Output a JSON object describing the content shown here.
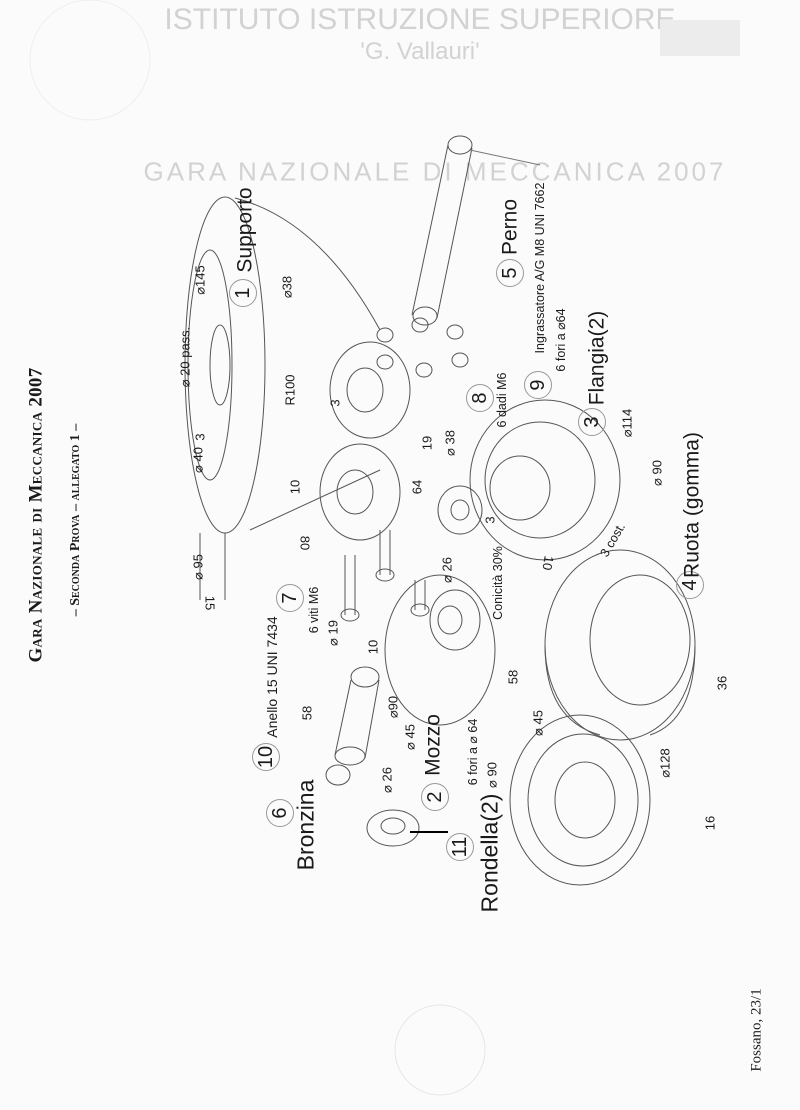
{
  "header": {
    "institute": "ISTITUTO ISTRUZIONE SUPERIORE",
    "school": "'G. Vallauri'",
    "faint_heading": "GARA NAZIONALE DI MECCANICA 2007"
  },
  "document": {
    "title": "Gara Nazionale di Meccanica 2007",
    "subtitle": "– Seconda Prova – allegato 1 –",
    "place_date": "Fossano, 23/1"
  },
  "parts": [
    {
      "number": "1",
      "name": "Supporto"
    },
    {
      "number": "2",
      "name": "Mozzo"
    },
    {
      "number": "3",
      "name": "Flangia(2)"
    },
    {
      "number": "4",
      "name": "Ruota (gomma)"
    },
    {
      "number": "5",
      "name": "Perno"
    },
    {
      "number": "6",
      "name": "Bronzina"
    },
    {
      "number": "7",
      "name": "6 viti M6"
    },
    {
      "number": "8",
      "name": "6 dadi M6"
    },
    {
      "number": "9",
      "name": "Ingrassatore A/G M8 UNI 7662"
    },
    {
      "number": "10",
      "name": "Anello 15 UNI 7434"
    },
    {
      "number": "11",
      "name": "Rondella(2)"
    }
  ],
  "notes": {
    "flangia_holes": "6 fori a ⌀64",
    "mozzo_holes": "6 fori a ⌀ 64",
    "conicita": "Conicità 30%",
    "cost": "3 cost.",
    "pass": "⌀ 20 pass."
  },
  "dimensions": {
    "supporto": [
      "⌀145",
      "⌀38",
      "R100",
      "3",
      "⌀ 40",
      "10",
      "80",
      "⌀ 95",
      "15",
      "3",
      "19",
      "64",
      "⌀ 38"
    ],
    "flangia": [
      "3",
      "10",
      "⌀114",
      "⌀ 90",
      "⌀ 26"
    ],
    "mozzo": [
      "⌀ 19",
      "10",
      "58",
      "⌀90",
      "⌀ 45",
      "⌀ 26",
      "⌀ 90",
      "58"
    ],
    "ruota": [
      "36",
      "⌀128",
      "16",
      "⌀ 45"
    ]
  }
}
